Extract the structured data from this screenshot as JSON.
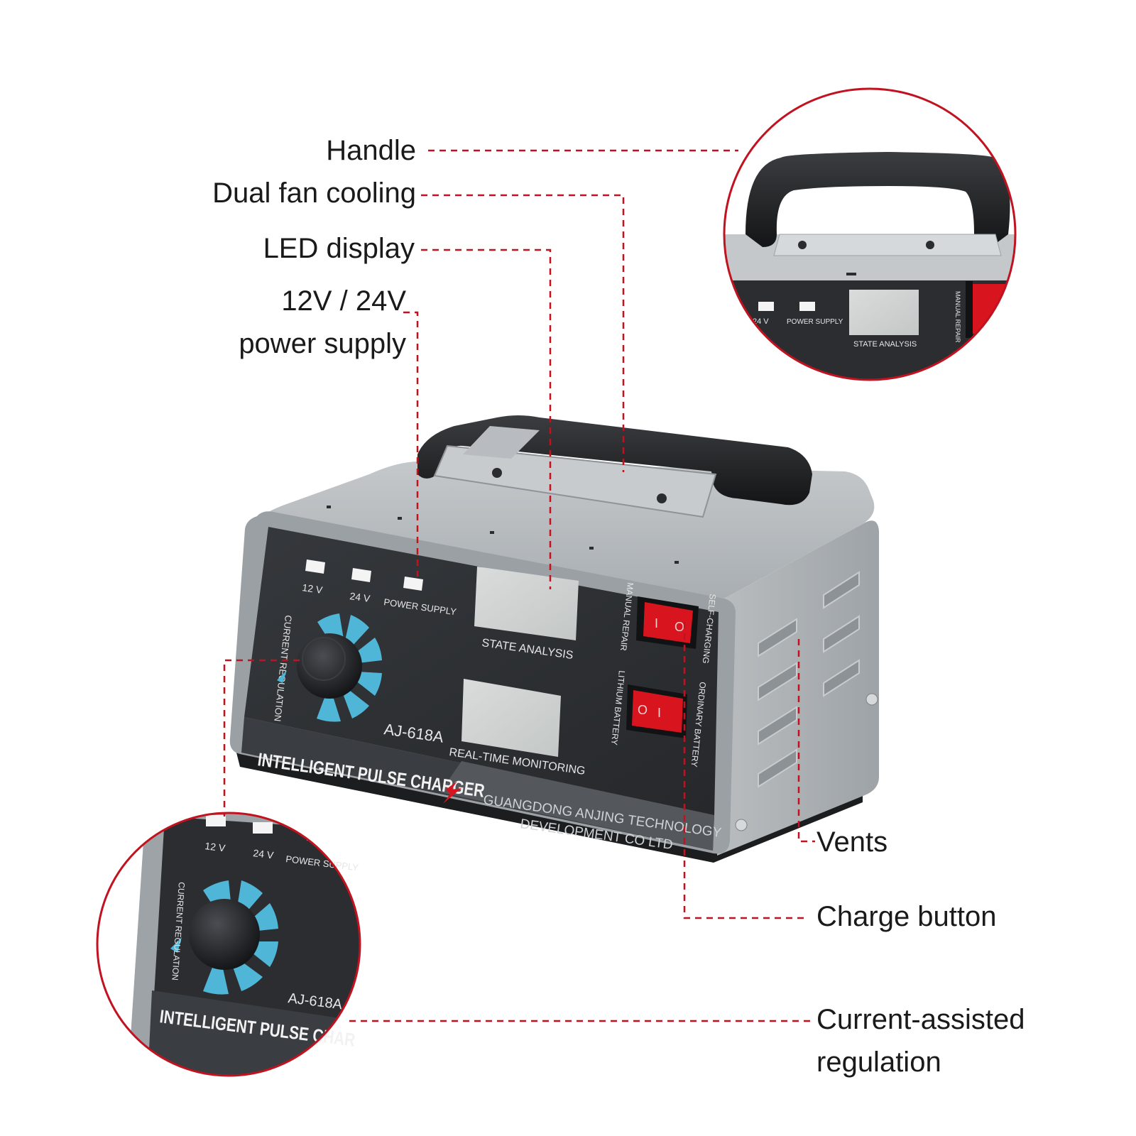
{
  "callouts": {
    "handle": "Handle",
    "dual_fan": "Dual fan cooling",
    "led_display": "LED display",
    "power_supply_line1": "12V / 24V",
    "power_supply_line2": "power supply",
    "vents": "Vents",
    "charge_button": "Charge button",
    "current_line1": "Current-assisted",
    "current_line2": "regulation"
  },
  "panel": {
    "led_12v": "12 V",
    "led_24v": "24 V",
    "led_power": "POWER SUPPLY",
    "dial_label": "CURRENT REGULATION",
    "screen_top": "STATE ANALYSIS",
    "screen_bottom": "REAL-TIME MONITORING",
    "model": "AJ-618A",
    "switch1_left": "MANUAL REPAIR",
    "switch1_right": "SELF-CHARGING",
    "switch2_left": "LITHIUM BATTERY",
    "switch2_right": "ORDINARY BATTERY",
    "switch_on": "I",
    "switch_off": "O",
    "brand": "INTELLIGENT PULSE CHARGER",
    "company_line1": "GUANGDONG ANJING TECHNOLOGY",
    "company_line2": "DEVELOPMENT  CO  LTD"
  },
  "inset_top": {
    "led_24v": "24  V",
    "led_power": "POWER SUPPLY",
    "screen": "STATE ANALYSIS",
    "side": "MANUAL REPAIR"
  },
  "inset_bottom": {
    "led_12v": "12  V",
    "led_24v": "24  V",
    "led_power": "POWER SUPPLY",
    "dial_label": "CURRENT REGULATION",
    "model": "AJ-618A",
    "brand": "INTELLIGENT PULSE CHAR"
  },
  "colors": {
    "leader": "#c1121f",
    "body_grey": "#a6abaf",
    "panel_dark": "#2b2d31",
    "dial_blue": "#4fb6d8",
    "switch_red": "#d8141e"
  }
}
